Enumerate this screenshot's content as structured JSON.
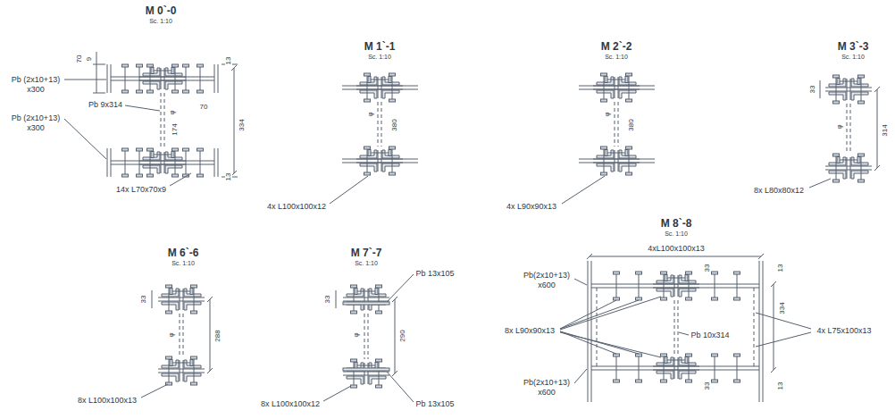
{
  "diagram": {
    "labels": [
      "M 0`-0",
      "Sc. 1:10",
      "70",
      "9",
      "Pb (2x10+13)",
      "x300",
      "13",
      "Pb 9x314",
      "70",
      "φ",
      "174",
      "334",
      "Pb (2x10+13)",
      "x300",
      "13",
      "14x L70x70x9",
      "M 1`-1",
      "Sc. 1:10",
      "φ",
      "380",
      "4x L100x100x12",
      "M 2`-2",
      "Sc. 1:10",
      "φ",
      "380",
      "4x L90x90x13",
      "M 3`-3",
      "Sc. 1:10",
      "33",
      "φ",
      "314",
      "8x L80x80x12",
      "M 6`-6",
      "Sc. 1:10",
      "33",
      "φ",
      "288",
      "8x L100x100x13",
      "M 7`-7",
      "Sc. 1:10",
      "33",
      "Pb 13x105",
      "φ",
      "290",
      "Pb 13x105",
      "8x L100x100x12",
      "M 8`-8",
      "Sc. 1:10",
      "4xL100x100x13",
      "Pb(2x10+13)",
      "x600",
      "33",
      "13",
      "8x L90x90x13",
      "Pb 10x314",
      "334",
      "4x L75x100x13",
      "Pb(2x10+13)",
      "x600",
      "33",
      "13"
    ]
  }
}
